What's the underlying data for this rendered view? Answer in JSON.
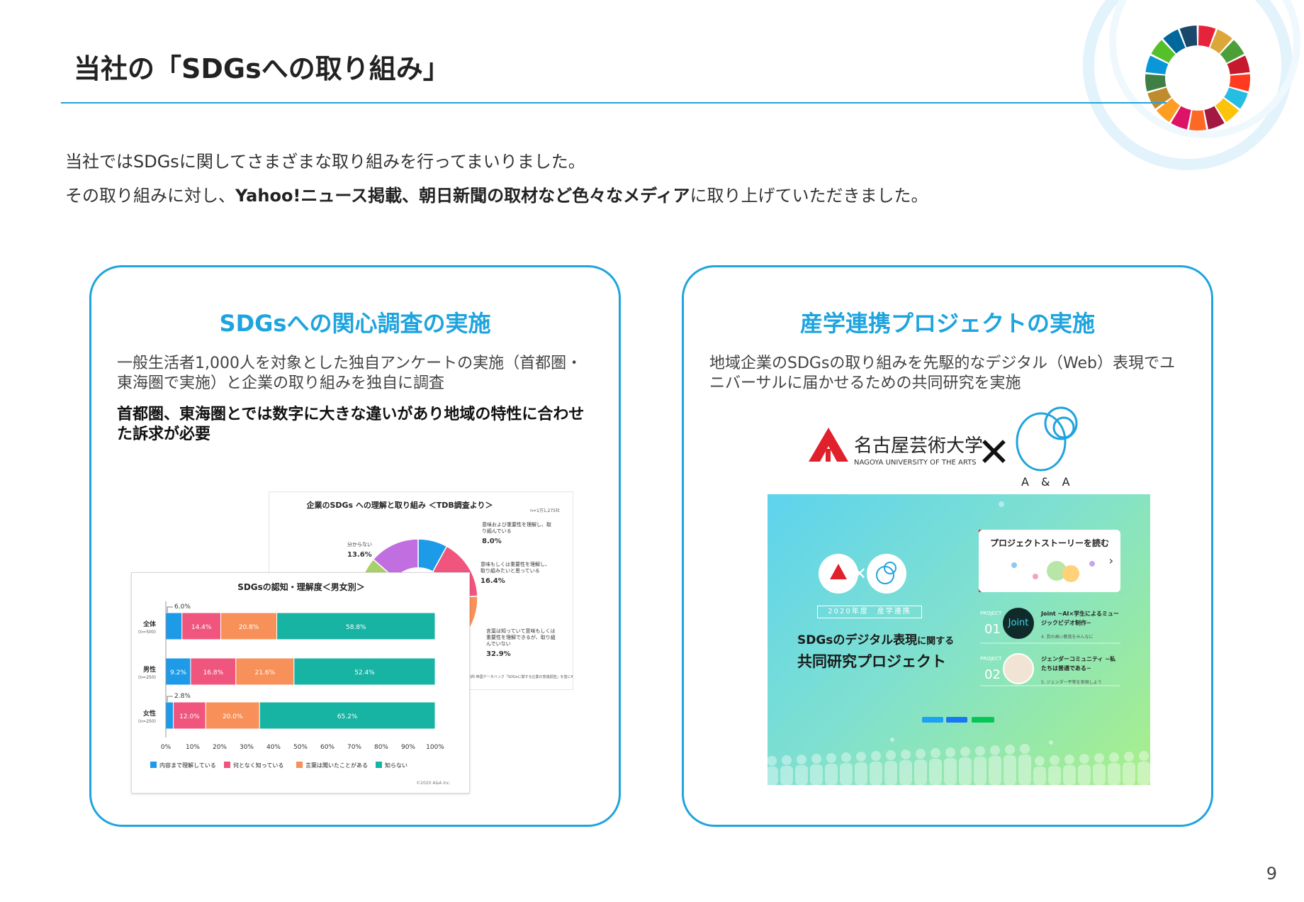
{
  "header": {
    "title": "当社の「SDGsへの取り組み」"
  },
  "intro": {
    "line1": "当社ではSDGsに関してさまざまな取り組みを行ってまいりました。",
    "line2_pre": "その取り組みに対し、",
    "line2_bold": "Yahoo!ニュース掲載、朝日新聞の取材など色々なメディア",
    "line2_post": "に取り上げていただきました。"
  },
  "left_card": {
    "heading": "SDGsへの関心調査の実施",
    "description": "一般生活者1,000人を対象とした独自アンケートの実施（首都圏・東海圏で実施）と企業の取り組みを独自に調査",
    "emphasis": "首都圏、東海圏とでは数字に大きな違いがあり地域の特性に合わせた訴求が必要"
  },
  "right_card": {
    "heading": "産学連携プロジェクトの実施",
    "description": "地域企業のSDGsの取り組みを先駆的なデジタル（Web）表現でユニバーサルに届かせるための共同研究を実施",
    "univ_name": "名古屋芸術大学",
    "univ_name_en": "NAGOYA UNIVERSITY OF THE ARTS",
    "cross": "✕",
    "partner_letters": "A & A",
    "screenshot": {
      "univ_small": "名古屋芸術大学",
      "partner_small": "A & A",
      "year_tag": "2020年度　産学連携",
      "title_line1_a": "SDGsのデジタル表現",
      "title_line1_b": "に関する",
      "title_line2": "共同研究プロジェクト",
      "story_link": "プロジェクトストーリーを読む",
      "projects": [
        {
          "label": "PROJECT",
          "num": "01",
          "avatar": "Joint",
          "title": "Joint ~AI×学生によるミュージックビデオ制作~",
          "goal": "4. 質の高い教育をみんなに"
        },
        {
          "label": "PROJECT",
          "num": "02",
          "avatar": "",
          "title": "ジェンダーコミュニティ ~私たちは普通である~",
          "goal": "5. ジェンダー平等を実現しよう"
        }
      ]
    }
  },
  "chart_data": [
    {
      "type": "bar",
      "title": "SDGsの認知・理解度＜男女別＞",
      "orientation": "horizontal-stacked",
      "categories": [
        "全体",
        "男性",
        "女性"
      ],
      "category_notes": [
        "(n=500)",
        "(n=250)",
        "(n=250)"
      ],
      "series": [
        {
          "name": "内容まで理解している",
          "color": "#1e9be8",
          "values": [
            6.0,
            9.2,
            2.8
          ]
        },
        {
          "name": "何となく知っている",
          "color": "#f0557e",
          "values": [
            14.4,
            16.8,
            12.0
          ]
        },
        {
          "name": "言葉は聞いたことがある",
          "color": "#f79159",
          "values": [
            20.8,
            21.6,
            20.0
          ]
        },
        {
          "name": "知らない",
          "color": "#17b3a3",
          "values": [
            58.8,
            52.4,
            65.2
          ]
        }
      ],
      "labels": [
        [
          "6.0%",
          "14.4%",
          "20.8%",
          "58.8%"
        ],
        [
          "9.2%",
          "16.8%",
          "21.6%",
          "52.4%"
        ],
        [
          "2.8%",
          "12.0%",
          "20.0%",
          "65.2%"
        ]
      ],
      "xticks": [
        "0%",
        "10%",
        "20%",
        "30%",
        "40%",
        "50%",
        "60%",
        "70%",
        "80%",
        "90%",
        "100%"
      ],
      "xlim": [
        0,
        100
      ],
      "legend": "bottom",
      "credit": "©2020 A&A Inc."
    },
    {
      "type": "pie",
      "title": "企業のSDGs への理解と取り組み ＜TDB調査より＞",
      "note": "n=1万1,275社",
      "slices": [
        {
          "label": "意味および重要性を理解し、取り組んでいる",
          "value": 8.0,
          "color": "#1e9be8"
        },
        {
          "label": "意味もしくは重要性を理解し、取り組みたいと思っている",
          "value": 16.4,
          "color": "#f0557e"
        },
        {
          "label": "言葉は知っていて意味もしくは重要性を理解できるが、取り組んでいない",
          "value": 32.9,
          "color": "#f79159"
        },
        {
          "label": "分からない",
          "value": 13.6,
          "color": "#c06ee0"
        }
      ],
      "slice_value_labels": [
        "8.0%",
        "16.4%",
        "32.9%",
        "13.6%"
      ],
      "source": "出所:帝国データバンク「SDGsに関する企業の意識調査」を基にA&A作成"
    }
  ],
  "footer": {
    "page_number": "9"
  },
  "colors": {
    "accent": "#1ea4de"
  }
}
